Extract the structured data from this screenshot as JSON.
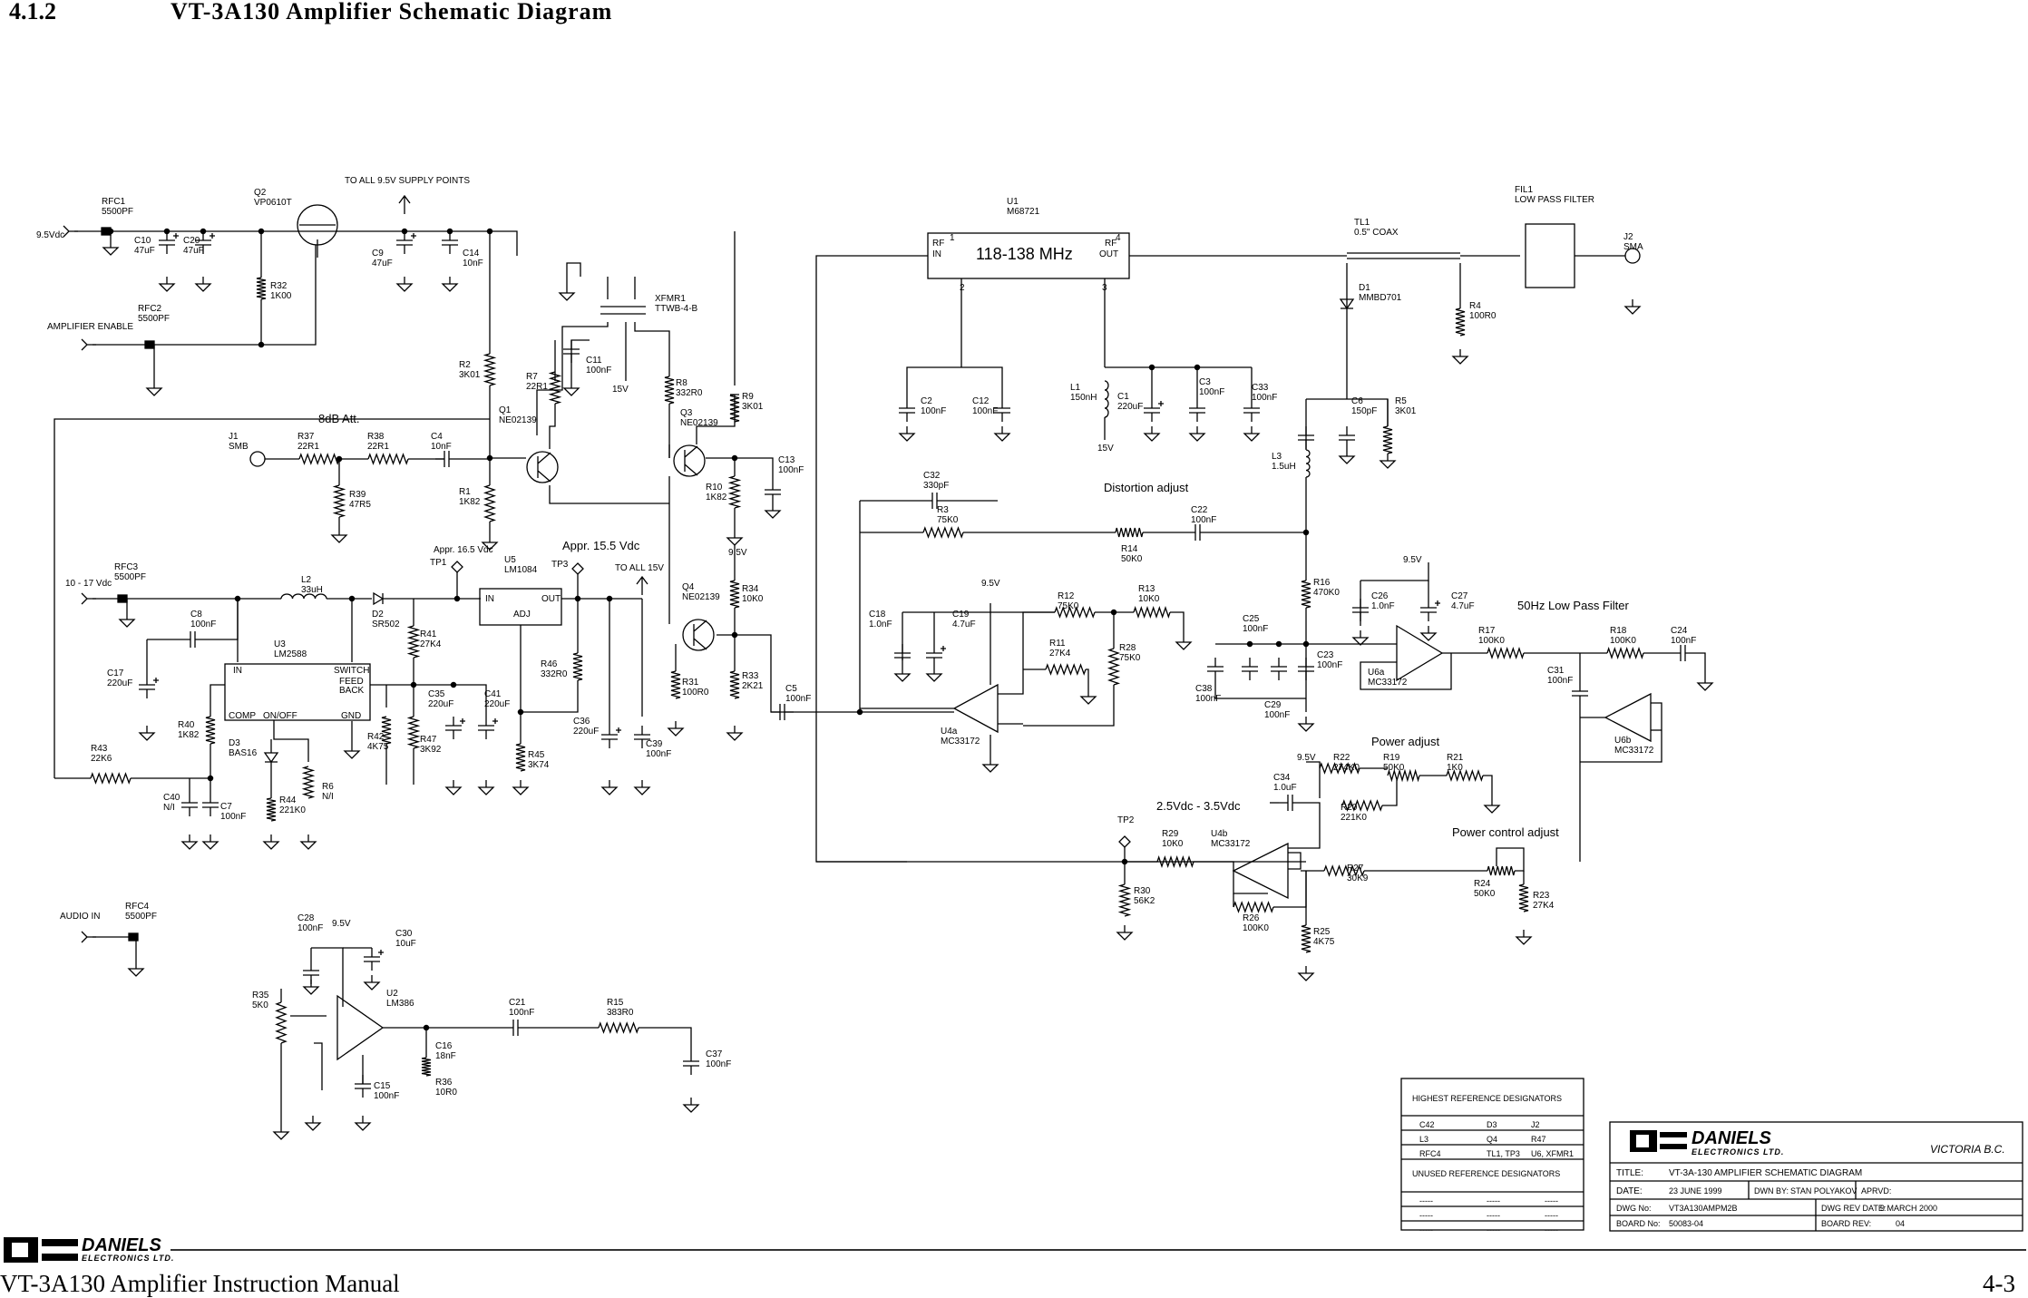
{
  "header": {
    "section": "4.1.2",
    "title": "VT-3A130 Amplifier Schematic Diagram"
  },
  "footer": {
    "manual": "VT-3A130 Amplifier Instruction Manual",
    "page": "4-3",
    "logo": "DANIELS",
    "logo_sub": "ELECTRONICS  LTD."
  },
  "supply": {
    "top_note": "TO ALL 9.5V SUPPLY POINTS",
    "in_9v5": "9.5Vdc",
    "amp_enable": "AMPLIFIER ENABLE",
    "in_10_17": "10 - 17 Vdc",
    "audio_in": "AUDIO IN",
    "appr165": "Appr. 16.5 Vdc",
    "appr155": "Appr. 15.5 Vdc",
    "to_all_15v": "TO ALL 15V",
    "v15": "15V",
    "v9_5": "9.5V"
  },
  "notes": {
    "att": "8dB Att.",
    "distortion": "Distortion adjust",
    "power_adj": "Power adjust",
    "power_ctrl": "Power control adjust",
    "lpf50": "50Hz Low Pass Filter",
    "range": "2.5Vdc - 3.5Vdc",
    "u1_freq": "118-138 MHz",
    "rf_in": "RF\nIN",
    "rf_out": "RF\nOUT",
    "fil_title": "FIL1\nLOW PASS FILTER"
  },
  "parts": [
    {
      "ref": "RFC1",
      "val": "5500PF"
    },
    {
      "ref": "Q2",
      "val": "VP0610T"
    },
    {
      "ref": "C10",
      "val": "47uF"
    },
    {
      "ref": "C20",
      "val": "47uF"
    },
    {
      "ref": "R32",
      "val": "1K00"
    },
    {
      "ref": "RFC2",
      "val": "5500PF"
    },
    {
      "ref": "C9",
      "val": "47uF"
    },
    {
      "ref": "C14",
      "val": "10nF"
    },
    {
      "ref": "XFMR1",
      "val": "TTWB-4-B"
    },
    {
      "ref": "C11",
      "val": "100nF"
    },
    {
      "ref": "R2",
      "val": "3K01"
    },
    {
      "ref": "R7",
      "val": "22R1"
    },
    {
      "ref": "R8",
      "val": "332R0"
    },
    {
      "ref": "R9",
      "val": "3K01"
    },
    {
      "ref": "Q1",
      "val": "NE02139"
    },
    {
      "ref": "Q3",
      "val": "NE02139"
    },
    {
      "ref": "J1",
      "val": "SMB"
    },
    {
      "ref": "R37",
      "val": "22R1"
    },
    {
      "ref": "R38",
      "val": "22R1"
    },
    {
      "ref": "C4",
      "val": "10nF"
    },
    {
      "ref": "R39",
      "val": "47R5"
    },
    {
      "ref": "R1",
      "val": "1K82"
    },
    {
      "ref": "R10",
      "val": "1K82"
    },
    {
      "ref": "C13",
      "val": "100nF"
    },
    {
      "ref": "U1",
      "val": "M68721"
    },
    {
      "ref": "C2",
      "val": "100nF"
    },
    {
      "ref": "C12",
      "val": "100nF"
    },
    {
      "ref": "L1",
      "val": "150nH"
    },
    {
      "ref": "C1",
      "val": "220uF"
    },
    {
      "ref": "C3",
      "val": "100nF"
    },
    {
      "ref": "C33",
      "val": "100nF"
    },
    {
      "ref": "TL1",
      "val": "0.5\" COAX"
    },
    {
      "ref": "D1",
      "val": "MMBD701"
    },
    {
      "ref": "R4",
      "val": "100R0"
    },
    {
      "ref": "J2",
      "val": "SMA"
    },
    {
      "ref": "C6",
      "val": "150pF"
    },
    {
      "ref": "R5",
      "val": "3K01"
    },
    {
      "ref": "L3",
      "val": "1.5uH"
    },
    {
      "ref": "C32",
      "val": "330pF"
    },
    {
      "ref": "R3",
      "val": "75K0"
    },
    {
      "ref": "R14",
      "val": "50K0"
    },
    {
      "ref": "C22",
      "val": "100nF"
    },
    {
      "ref": "RFC3",
      "val": "5500PF"
    },
    {
      "ref": "C8",
      "val": "100nF"
    },
    {
      "ref": "L2",
      "val": "33uH"
    },
    {
      "ref": "D2",
      "val": "SR502"
    },
    {
      "ref": "U5",
      "val": "LM1084"
    },
    {
      "ref": "U3",
      "val": "LM2588"
    },
    {
      "ref": "C17",
      "val": "220uF"
    },
    {
      "ref": "R41",
      "val": "27K4"
    },
    {
      "ref": "R46",
      "val": "332R0"
    },
    {
      "ref": "Q4",
      "val": "NE02139"
    },
    {
      "ref": "R34",
      "val": "10K0"
    },
    {
      "ref": "C18",
      "val": "1.0nF"
    },
    {
      "ref": "C19",
      "val": "4.7uF"
    },
    {
      "ref": "R12",
      "val": "75K0"
    },
    {
      "ref": "R13",
      "val": "10K0"
    },
    {
      "ref": "R16",
      "val": "470K0"
    },
    {
      "ref": "C26",
      "val": "1.0nF"
    },
    {
      "ref": "C27",
      "val": "4.7uF"
    },
    {
      "ref": "R40",
      "val": "1K82"
    },
    {
      "ref": "D3",
      "val": "BAS16"
    },
    {
      "ref": "R42",
      "val": "4K75"
    },
    {
      "ref": "R47",
      "val": "3K92"
    },
    {
      "ref": "C35",
      "val": "220uF"
    },
    {
      "ref": "C41",
      "val": "220uF"
    },
    {
      "ref": "R45",
      "val": "3K74"
    },
    {
      "ref": "C36",
      "val": "220uF"
    },
    {
      "ref": "C39",
      "val": "100nF"
    },
    {
      "ref": "R31",
      "val": "100R0"
    },
    {
      "ref": "R33",
      "val": "2K21"
    },
    {
      "ref": "C5",
      "val": "100nF"
    },
    {
      "ref": "R11",
      "val": "27K4"
    },
    {
      "ref": "R28",
      "val": "75K0"
    },
    {
      "ref": "C25",
      "val": "100nF"
    },
    {
      "ref": "C23",
      "val": "100nF"
    },
    {
      "ref": "C38",
      "val": "100nF"
    },
    {
      "ref": "C29",
      "val": "100nF"
    },
    {
      "ref": "R17",
      "val": "100K0"
    },
    {
      "ref": "R18",
      "val": "100K0"
    },
    {
      "ref": "C24",
      "val": "100nF"
    },
    {
      "ref": "C31",
      "val": "100nF"
    },
    {
      "ref": "R43",
      "val": "22K6"
    },
    {
      "ref": "R6",
      "val": "N/I"
    },
    {
      "ref": "C40",
      "val": "N/I"
    },
    {
      "ref": "C7",
      "val": "100nF"
    },
    {
      "ref": "R44",
      "val": "221K0"
    },
    {
      "ref": "R22",
      "val": "274K0"
    },
    {
      "ref": "R19",
      "val": "50K0"
    },
    {
      "ref": "R21",
      "val": "1K0"
    },
    {
      "ref": "C34",
      "val": "1.0uF"
    },
    {
      "ref": "R20",
      "val": "221K0"
    },
    {
      "ref": "R29",
      "val": "10K0"
    },
    {
      "ref": "R30",
      "val": "56K2"
    },
    {
      "ref": "R27",
      "val": "30K9"
    },
    {
      "ref": "R24",
      "val": "50K0"
    },
    {
      "ref": "R23",
      "val": "27K4"
    },
    {
      "ref": "R26",
      "val": "100K0"
    },
    {
      "ref": "R25",
      "val": "4K75"
    },
    {
      "ref": "RFC4",
      "val": "5500PF"
    },
    {
      "ref": "C28",
      "val": "100nF"
    },
    {
      "ref": "C30",
      "val": "10uF"
    },
    {
      "ref": "R35",
      "val": "5K0"
    },
    {
      "ref": "U2",
      "val": "LM386"
    },
    {
      "ref": "C21",
      "val": "100nF"
    },
    {
      "ref": "R15",
      "val": "383R0"
    },
    {
      "ref": "C16",
      "val": "18nF"
    },
    {
      "ref": "R36",
      "val": "10R0"
    },
    {
      "ref": "C15",
      "val": "100nF"
    },
    {
      "ref": "C37",
      "val": "100nF"
    },
    {
      "ref": "U4a",
      "val": "MC33172"
    },
    {
      "ref": "U4b",
      "val": "MC33172"
    },
    {
      "ref": "U6a",
      "val": "MC33172"
    },
    {
      "ref": "U6b",
      "val": "MC33172"
    },
    {
      "ref": "TP1",
      "val": ""
    },
    {
      "ref": "TP2",
      "val": ""
    },
    {
      "ref": "TP3",
      "val": ""
    }
  ],
  "ref_table": {
    "title": "HIGHEST REFERENCE DESIGNATORS",
    "rows": [
      [
        "C42",
        "D3",
        "J2"
      ],
      [
        "L3",
        "Q4",
        "R47"
      ],
      [
        "RFC4",
        "TL1, TP3",
        "U6, XFMR1"
      ]
    ],
    "unused_title": "UNUSED REFERENCE DESIGNATORS",
    "unused_rows": [
      [
        "-----",
        "-----",
        "-----"
      ],
      [
        "-----",
        "-----",
        "-----"
      ],
      [
        "-----",
        "-----",
        "-----"
      ]
    ]
  },
  "title_block": {
    "company": "DANIELS",
    "company_sub": "ELECTRONICS  LTD.",
    "location": "VICTORIA B.C.",
    "title_label": "TITLE:",
    "title": "VT-3A-130 AMPLIFIER SCHEMATIC DIAGRAM",
    "date_label": "DATE:",
    "date": "23 JUNE 1999",
    "dwn_label": "DWN BY:",
    "dwn": "STAN  POLYAKOV",
    "aprvd_label": "APRVD:",
    "aprvd": "",
    "dwgno_label": "DWG No:",
    "dwgno": "VT3A130AMPM2B",
    "revdate_label": "DWG REV DATE:",
    "revdate": "9 MARCH 2000",
    "board_label": "BOARD No:",
    "board": "50083-04",
    "boardrev_label": "BOARD REV:",
    "boardrev": "04"
  }
}
